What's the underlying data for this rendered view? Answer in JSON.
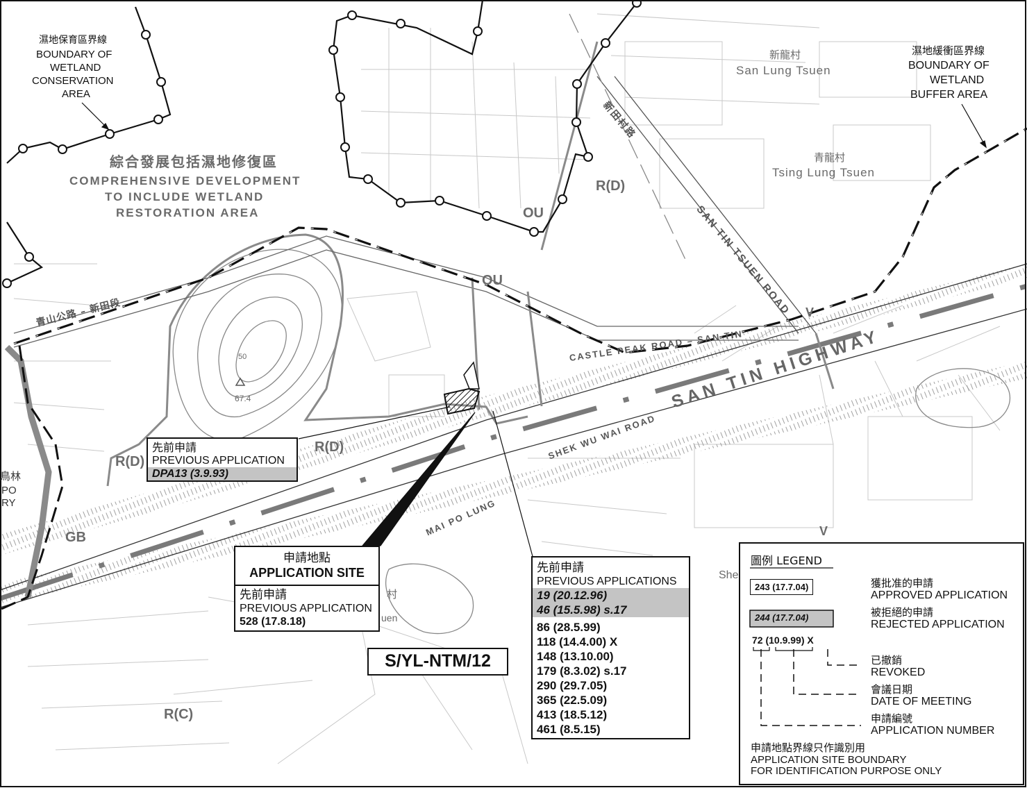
{
  "labels": {
    "wca_zh": "濕地保育區界線",
    "wca_en1": "BOUNDARY OF",
    "wca_en2": "WETLAND",
    "wca_en3": "CONSERVATION",
    "wca_en4": "AREA",
    "wba_zh": "濕地緩衝區界線",
    "wba_en1": "BOUNDARY OF",
    "wba_en2": "WETLAND",
    "wba_en3": "BUFFER AREA",
    "cd_zh": "綜合發展包括濕地修復區",
    "cd_en1": "COMPREHENSIVE DEVELOPMENT",
    "cd_en2": "TO INCLUDE WETLAND",
    "cd_en3": "RESTORATION AREA",
    "slt_zh": "新龍村",
    "slt_en": "San Lung Tsuen",
    "tlt_zh": "青龍村",
    "tlt_en": "Tsing Lung Tsuen",
    "castle_peak_zh": "青山公路 – 新田段",
    "castle_peak_en": "CASTLE PEAK ROAD – SAN TIN",
    "san_tin_tsuen_road_zh": "新田村路",
    "san_tin_tsuen_road_en": "SAN TIN TSUEN ROAD",
    "san_tin_hwy": "SAN TIN HIGHWAY",
    "shek_wu_wai_road": "SHEK WU WAI ROAD",
    "mai_po_lung": "MAI PO LUNG",
    "mai_po_zh": "鳥林",
    "mai_po_frag1": "PO",
    "mai_po_frag2": "RY",
    "she_frag": "She",
    "uen_frag": "uen",
    "cun_frag": "村",
    "spot_height": "67.4",
    "contour_50": "50",
    "plan_no": "S/YL-NTM/12"
  },
  "zones": {
    "ou_a": "OU",
    "ou_b": "OU",
    "rd_a": "R(D)",
    "rd_b": "R(D)",
    "rd_c": "R(D)",
    "gb": "GB",
    "rc": "R(C)",
    "v_a": "V",
    "v_b": "V"
  },
  "prev_app_left": {
    "zh": "先前申請",
    "en": "PREVIOUS APPLICATION",
    "rejected": "DPA13  (3.9.93)"
  },
  "application_site": {
    "zh": "申請地點",
    "en": "APPLICATION SITE"
  },
  "prev_app_site": {
    "zh": "先前申請",
    "en": "PREVIOUS APPLICATION",
    "approved": "528 (17.8.18)"
  },
  "prev_apps_right": {
    "zh": "先前申請",
    "en": "PREVIOUS APPLICATIONS",
    "rejected": [
      "19   (20.12.96)",
      "46   (15.5.98)   s.17"
    ],
    "approved": [
      "86   (28.5.99)",
      "118 (14.4.00) X",
      "148 (13.10.00)",
      "179 (8.3.02) s.17",
      "290 (29.7.05)",
      "365 (22.5.09)",
      "413 (18.5.12)",
      "461 (8.5.15)"
    ]
  },
  "legend": {
    "title": "圖例  LEGEND",
    "approved_chip": "243  (17.7.04)",
    "approved_zh": "獲批准的申請",
    "approved_en": "APPROVED APPLICATION",
    "rejected_chip": "244  (17.7.04)",
    "rejected_zh": "被拒絕的申請",
    "rejected_en": "REJECTED APPLICATION",
    "example": "72  (10.9.99)  X",
    "revoked_zh": "已撤銷",
    "revoked_en": "REVOKED",
    "meeting_zh": "會議日期",
    "meeting_en": "DATE OF MEETING",
    "appno_zh": "申請編號",
    "appno_en": "APPLICATION NUMBER",
    "note_zh": "申請地點界線只作識別用",
    "note_en1": "APPLICATION SITE BOUNDARY",
    "note_en2": "FOR IDENTIFICATION PURPOSE ONLY"
  }
}
